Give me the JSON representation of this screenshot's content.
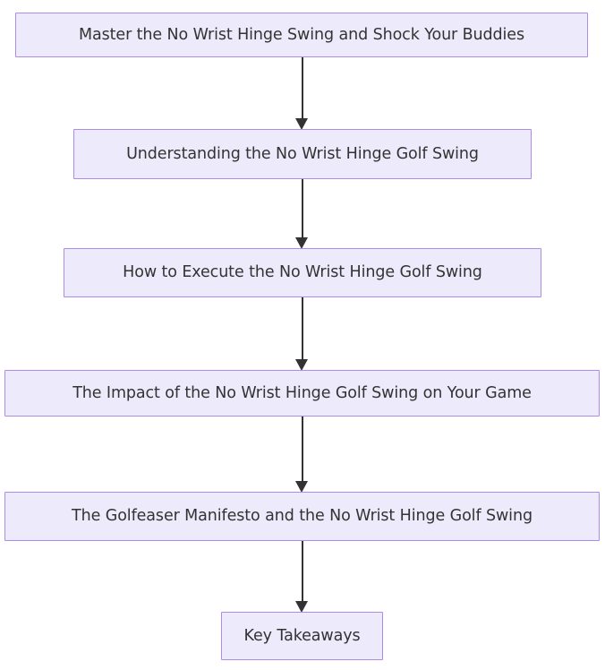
{
  "diagram": {
    "type": "flowchart",
    "direction": "top-down",
    "background_color": "#ffffff",
    "node_fill_color": "#ECEAFB",
    "node_border_color": "#AD8BE8",
    "node_text_color": "#333333",
    "edge_color": "#333333",
    "nodes": [
      {
        "id": "n0",
        "label": "Master the No Wrist Hinge Swing and Shock Your Buddies"
      },
      {
        "id": "n1",
        "label": "Understanding the No Wrist Hinge Golf Swing"
      },
      {
        "id": "n2",
        "label": "How to Execute the No Wrist Hinge Golf Swing"
      },
      {
        "id": "n3",
        "label": "The Impact of the No Wrist Hinge Golf Swing on Your Game"
      },
      {
        "id": "n4",
        "label": "The Golfeaser Manifesto and the No Wrist Hinge Golf Swing"
      },
      {
        "id": "n5",
        "label": "Key Takeaways"
      }
    ],
    "edges": [
      {
        "from": "n0",
        "to": "n1",
        "label": ""
      },
      {
        "from": "n1",
        "to": "n2",
        "label": ""
      },
      {
        "from": "n2",
        "to": "n3",
        "label": ""
      },
      {
        "from": "n3",
        "to": "n4",
        "label": ""
      },
      {
        "from": "n4",
        "to": "n5",
        "label": ""
      }
    ]
  }
}
